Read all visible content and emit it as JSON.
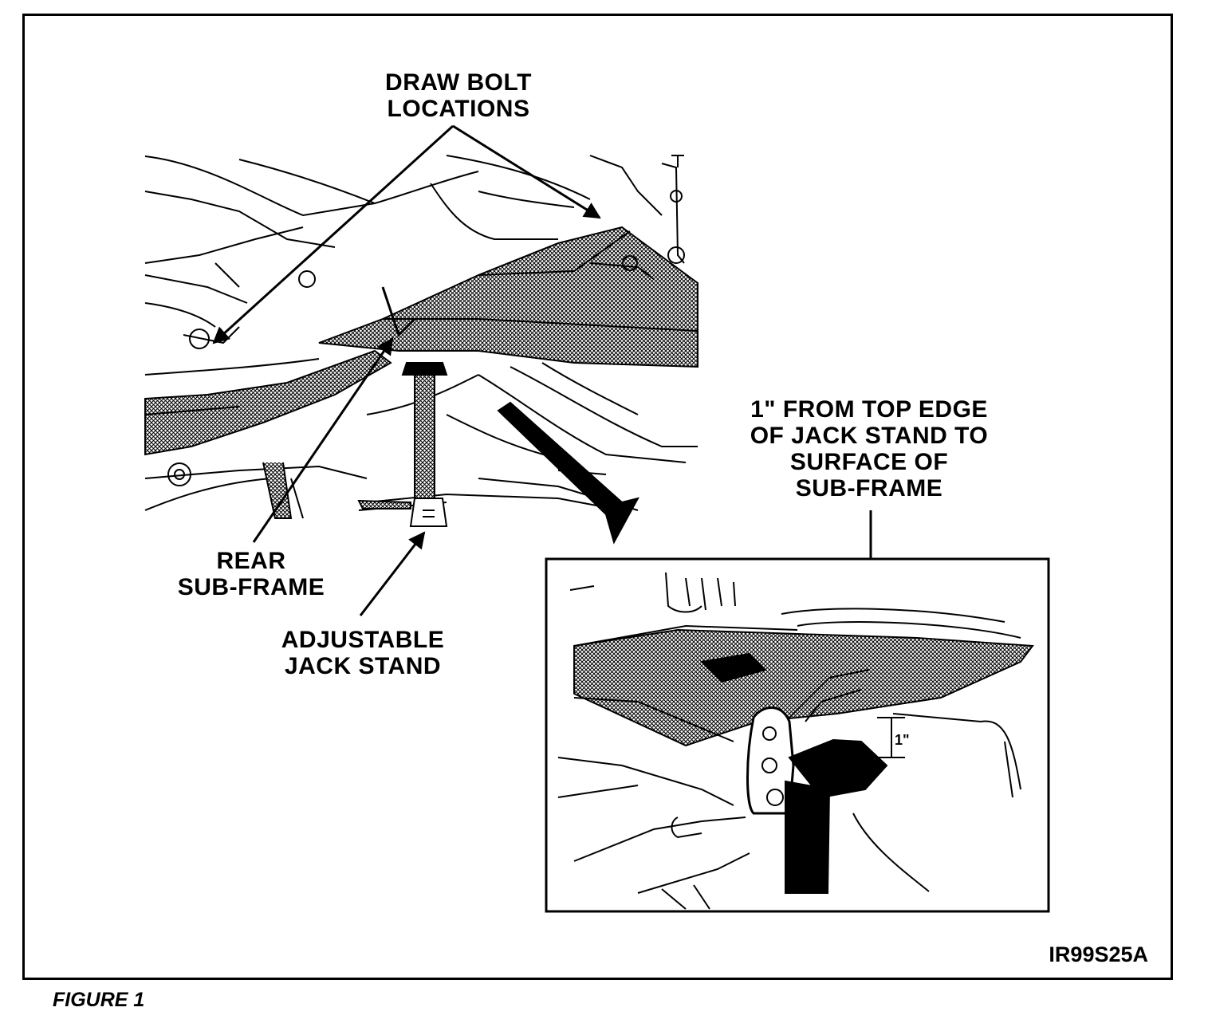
{
  "labels": {
    "draw_bolt": [
      "DRAW BOLT",
      "LOCATIONS"
    ],
    "rear_sub_frame": [
      "REAR",
      "SUB-FRAME"
    ],
    "adjustable_jack_stand": [
      "ADJUSTABLE",
      "JACK STAND"
    ],
    "one_inch_note": [
      "1\" FROM TOP EDGE",
      "OF JACK STAND TO",
      "SURFACE OF",
      "SUB-FRAME"
    ],
    "dimension": "1\""
  },
  "figure_code": "IR99S25A",
  "caption": "FIGURE 1"
}
